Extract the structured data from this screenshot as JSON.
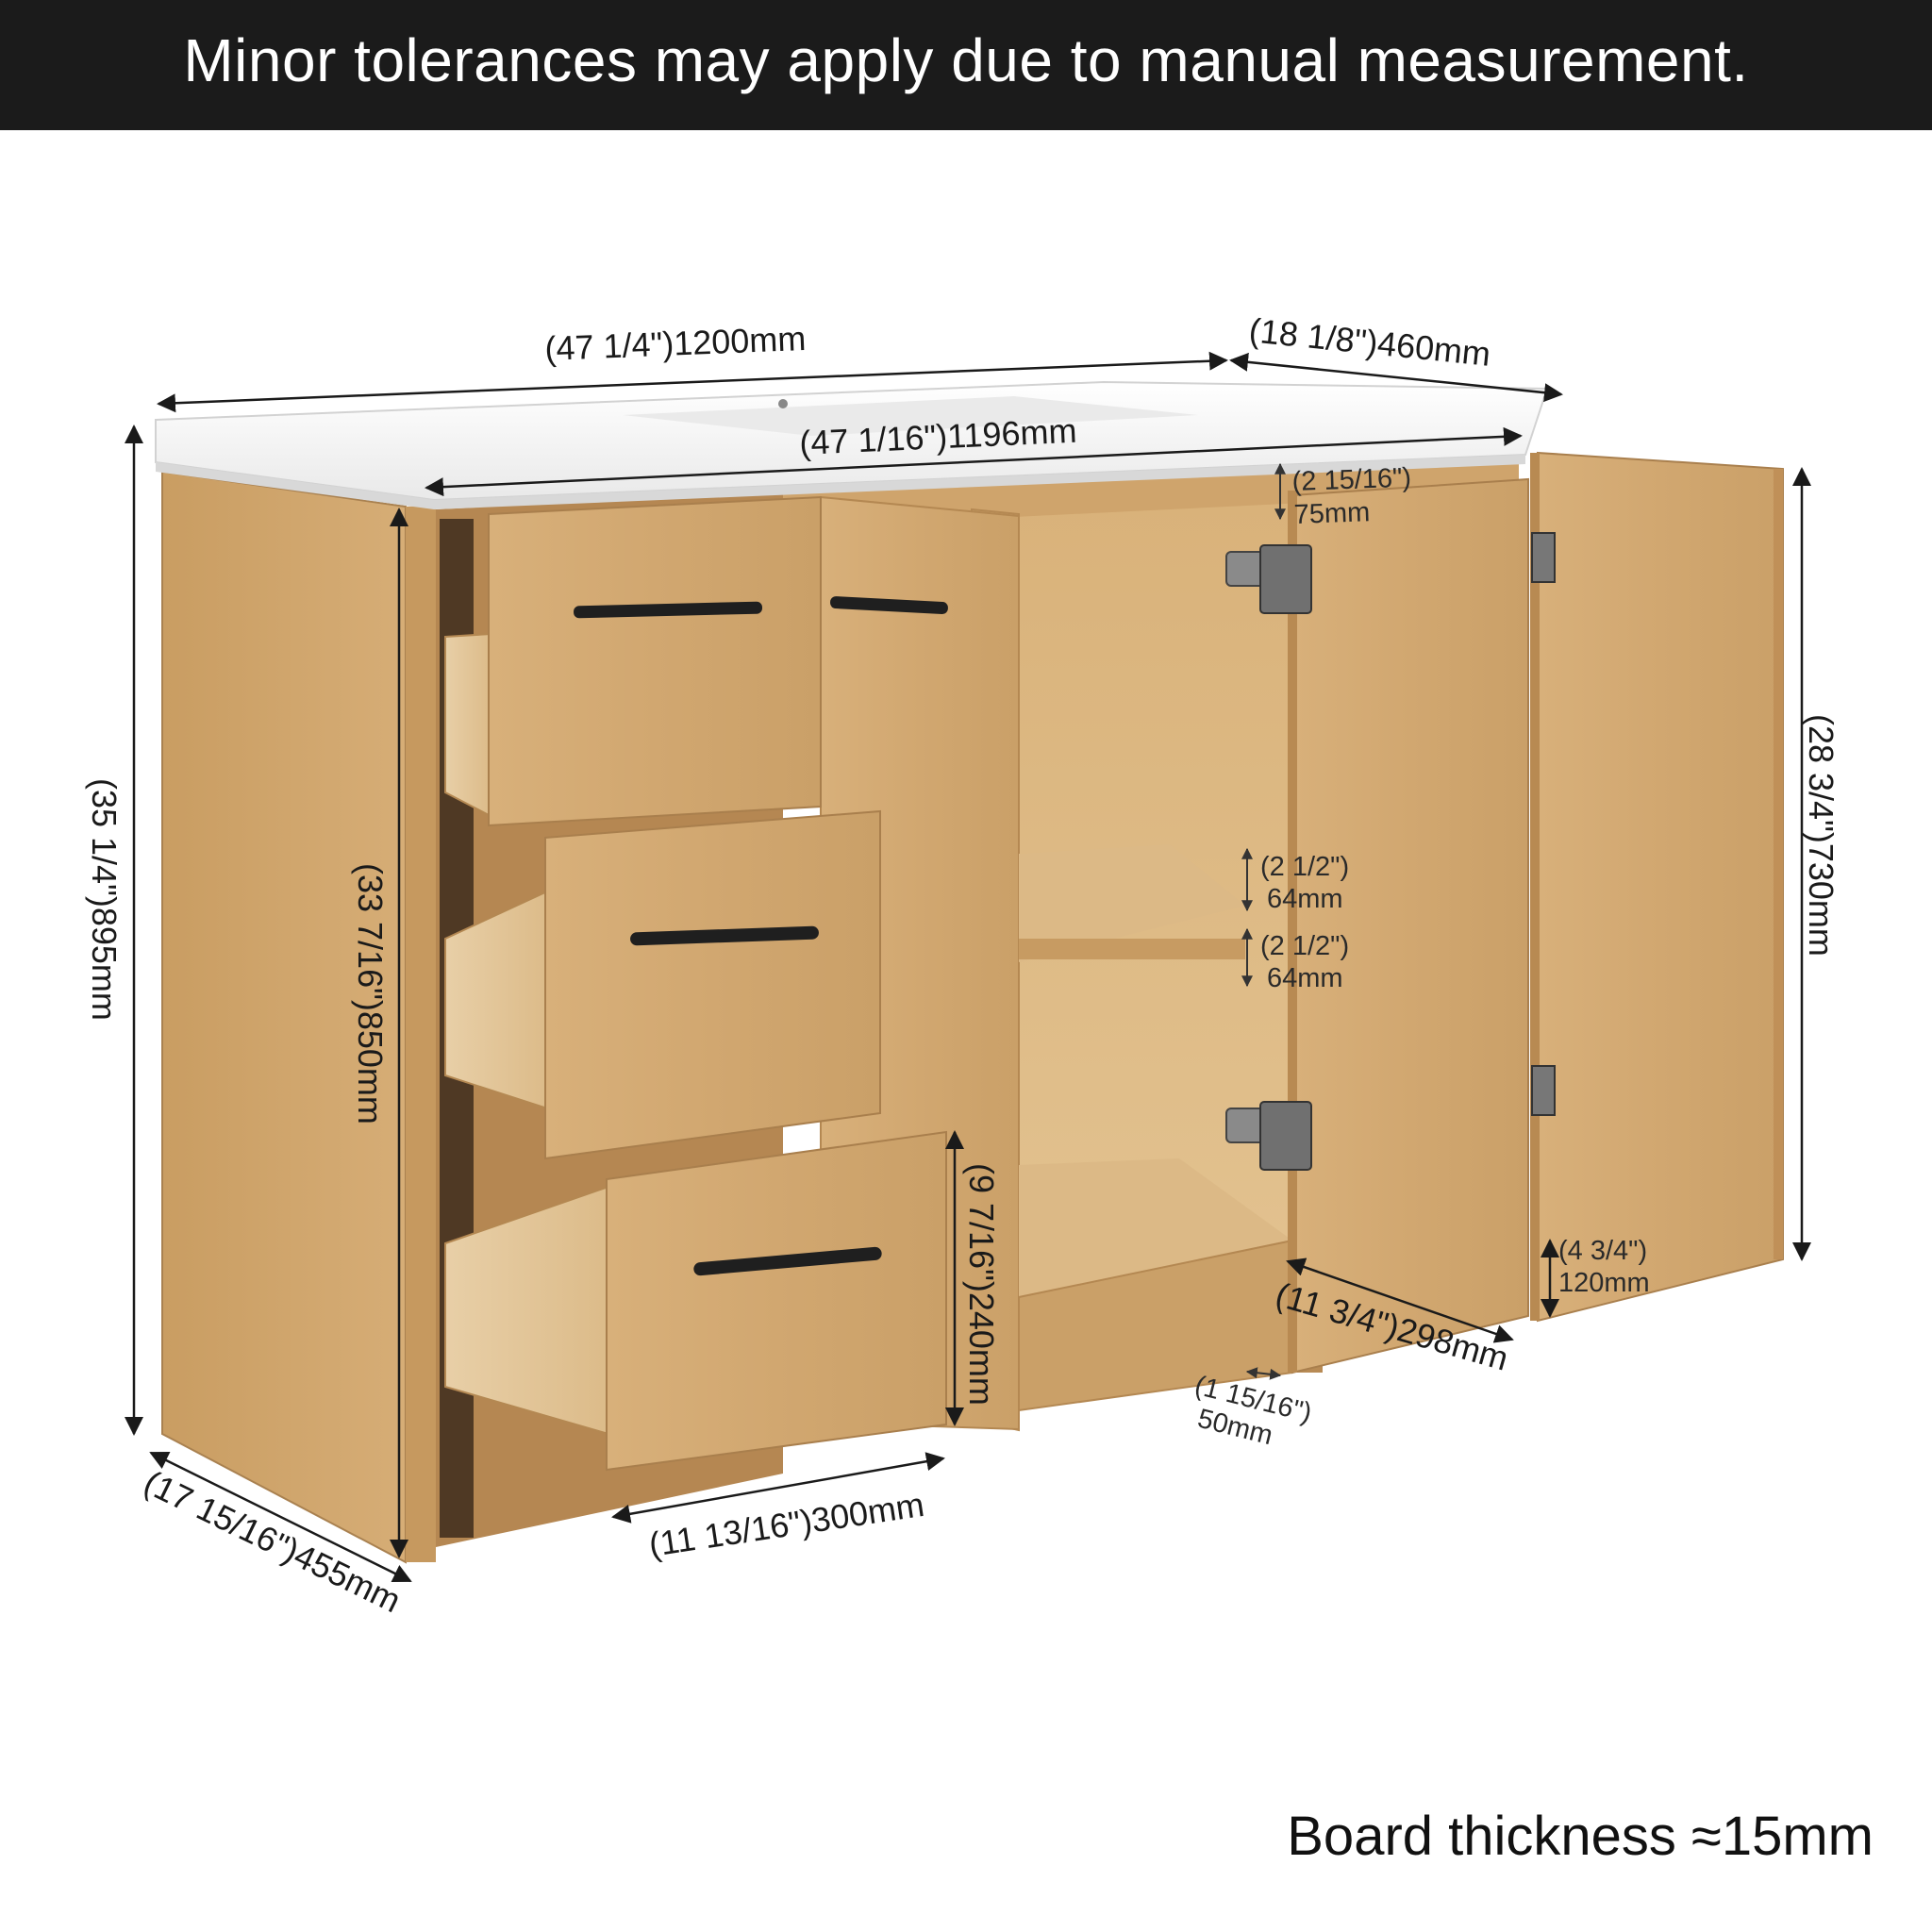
{
  "banner": {
    "text": "Minor tolerances may apply due to manual measurement."
  },
  "dimensions": {
    "overall_width": "(47 1/4\")1200mm",
    "cabinet_width": "(47 1/16\")1196mm",
    "overall_depth": "(18 1/8\")460mm",
    "overall_height": "(35 1/4\")895mm",
    "cabinet_height": "(33 7/16\")850mm",
    "cabinet_depth": "(17 15/16\")455mm",
    "drawer_width": "(11 13/16\")300mm",
    "drawer_height": "(9 7/16\")240mm",
    "door_height": "(28 3/4\")730mm",
    "top_rail": {
      "inch": "(2 15/16\")",
      "mm": "75mm"
    },
    "shelf_gap_upper": {
      "inch": "(2 1/2\")",
      "mm": "64mm"
    },
    "shelf_gap_lower": {
      "inch": "(2 1/2\")",
      "mm": "64mm"
    },
    "toe_kick": {
      "inch": "(4 3/4\")",
      "mm": "120mm"
    },
    "door_width": "(11 3/4\")298mm",
    "base_gap": {
      "inch": "(1 15/16\")",
      "mm": "50mm"
    }
  },
  "footer": {
    "note": "Board thickness ≈15mm"
  },
  "colors": {
    "wood": "#d3aa73",
    "wood_dark": "#b98e58",
    "interior": "#e0bd8a",
    "top": "#f4f4f4",
    "handle": "#222222"
  }
}
